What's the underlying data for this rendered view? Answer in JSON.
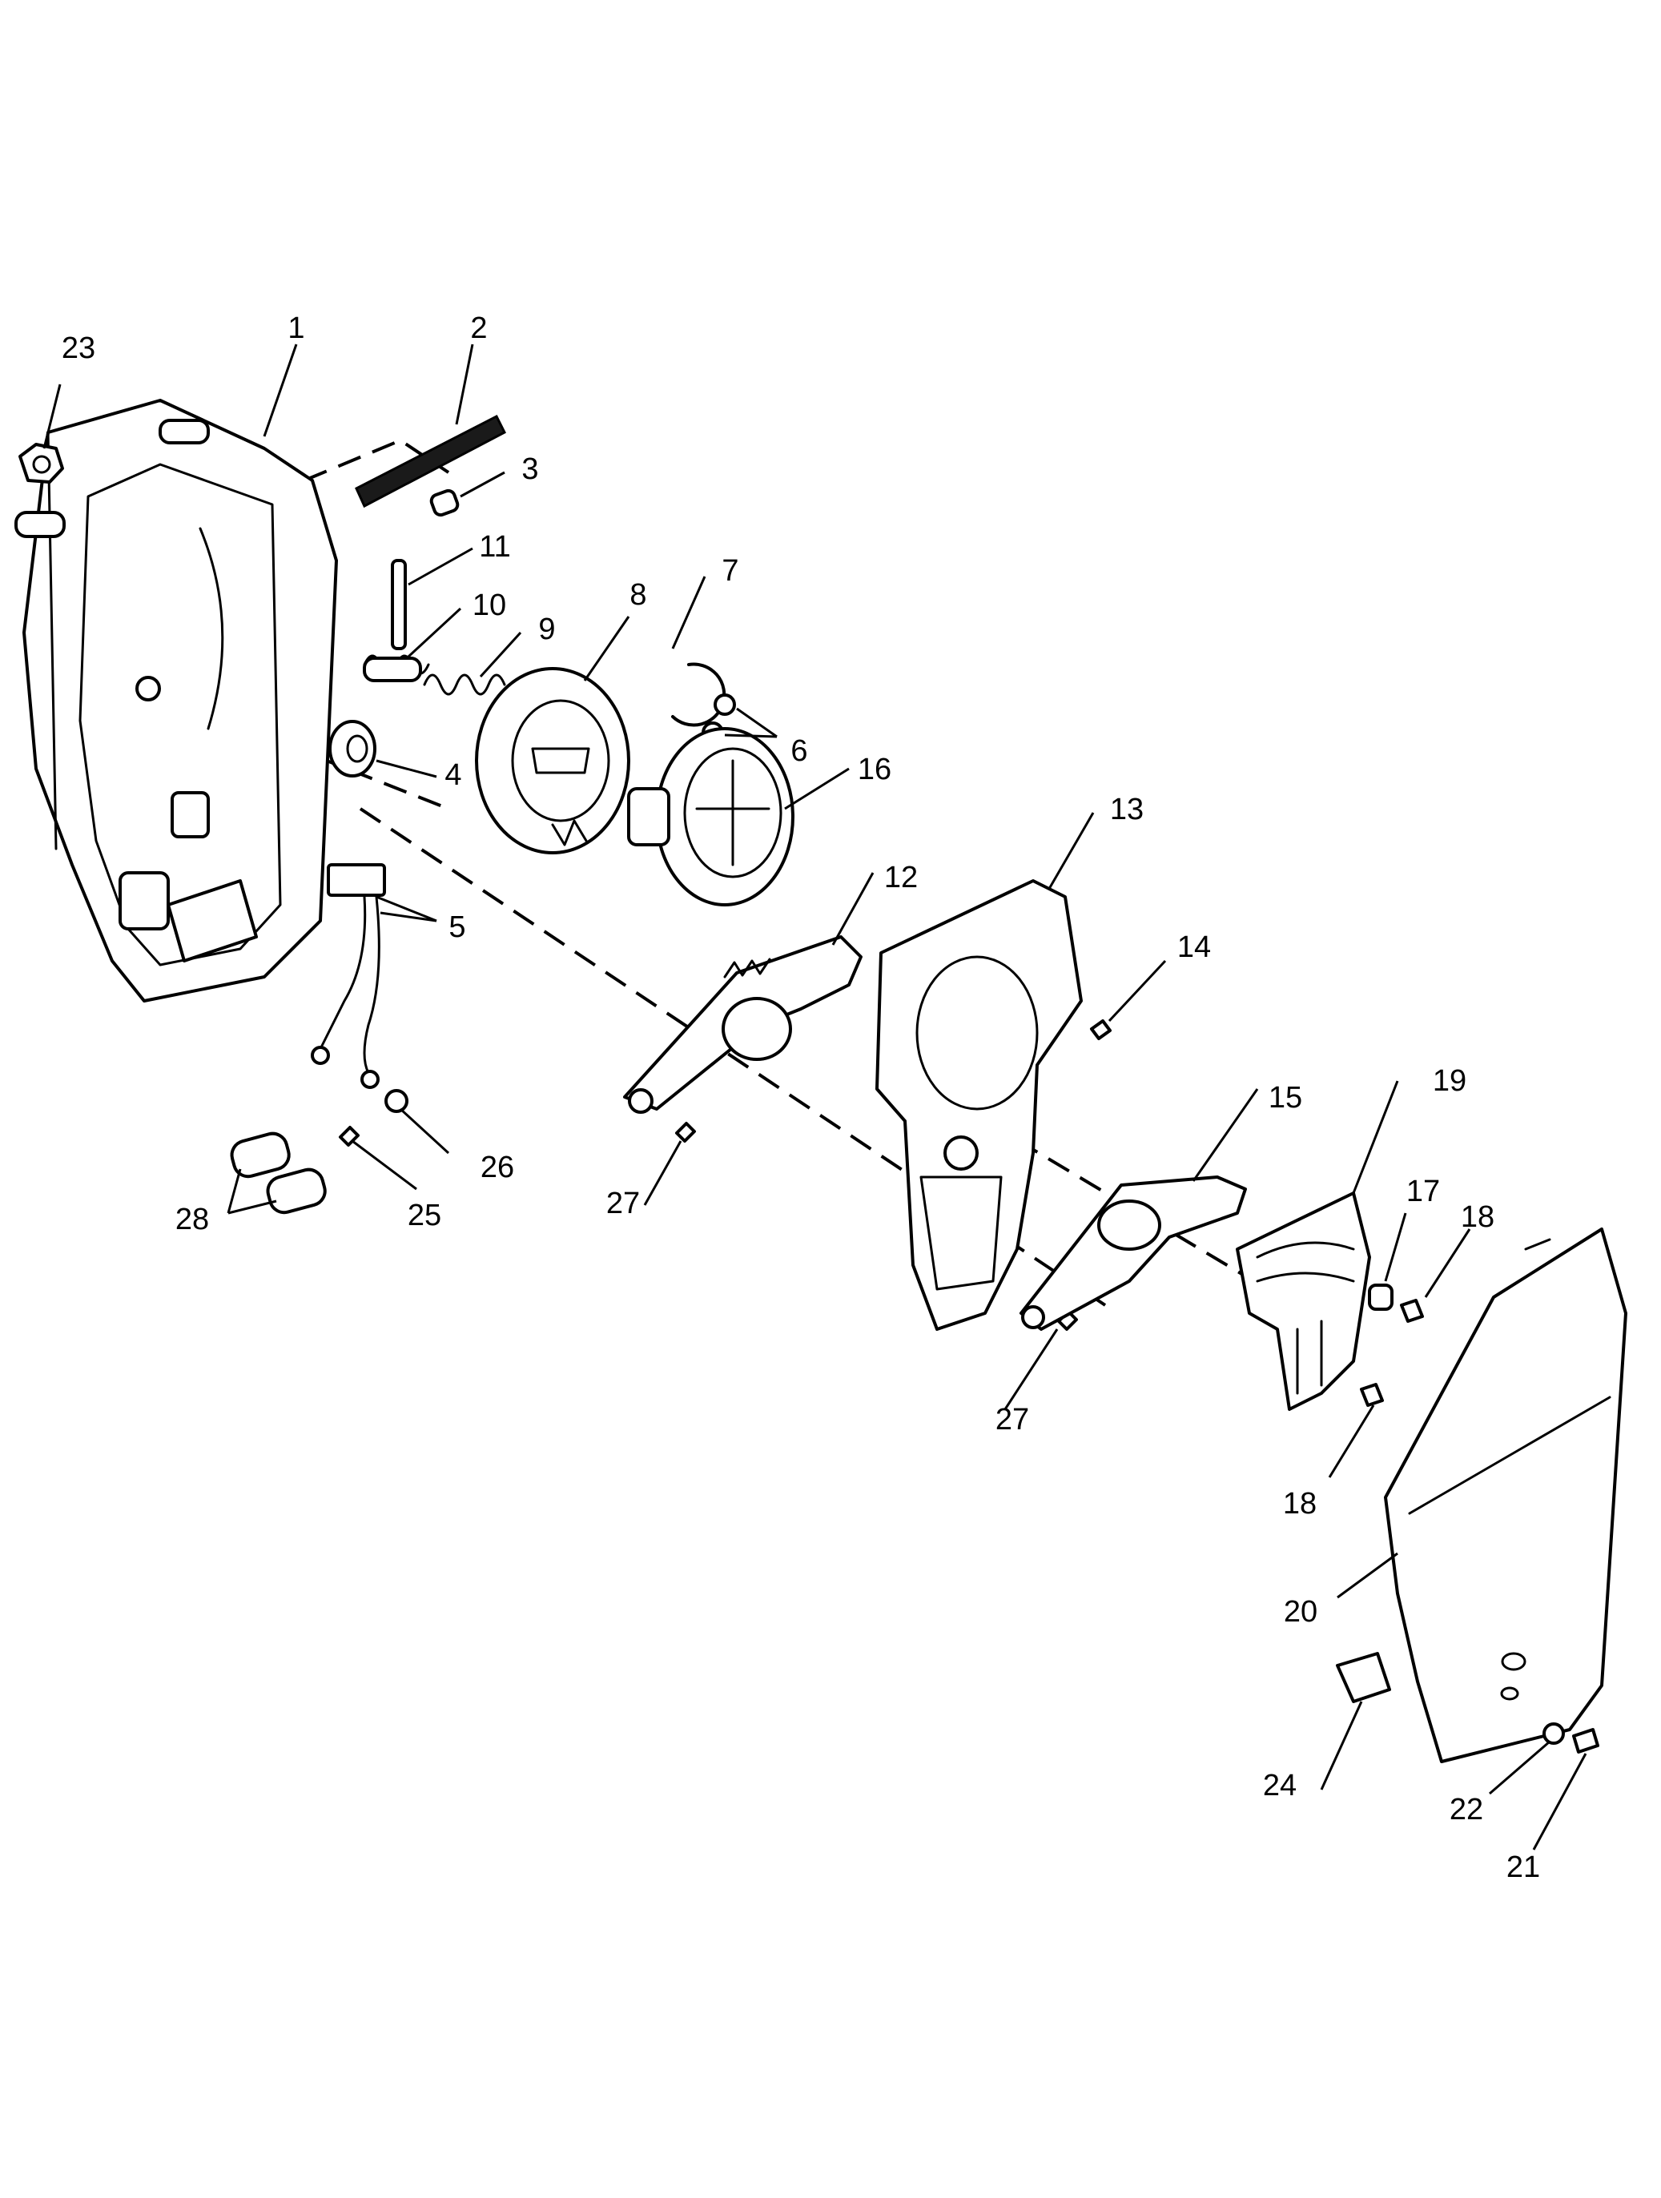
{
  "callouts": [
    "1",
    "2",
    "3",
    "4",
    "5",
    "6",
    "7",
    "8",
    "9",
    "10",
    "11",
    "12",
    "13",
    "14",
    "15",
    "16",
    "17",
    "18",
    "18",
    "19",
    "20",
    "21",
    "22",
    "23",
    "24",
    "25",
    "26",
    "27",
    "27",
    "28"
  ],
  "colors": {
    "line": "#000000",
    "background": "#ffffff"
  }
}
